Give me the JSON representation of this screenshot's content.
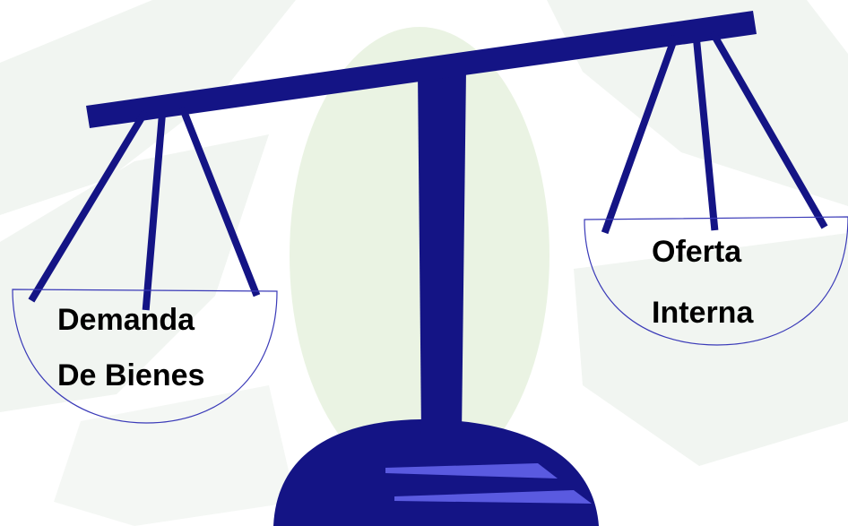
{
  "colors": {
    "scale": "#141485",
    "pan_outline": "#3a3ab8",
    "base_highlight": "#5a5ae0",
    "watermark": "#f1f5f1",
    "watermark_leaf": "#eaf3e3"
  },
  "left_pan": {
    "line1": "Demanda",
    "line2": "De Bienes"
  },
  "right_pan": {
    "line1": "Oferta",
    "line2": "Interna"
  }
}
